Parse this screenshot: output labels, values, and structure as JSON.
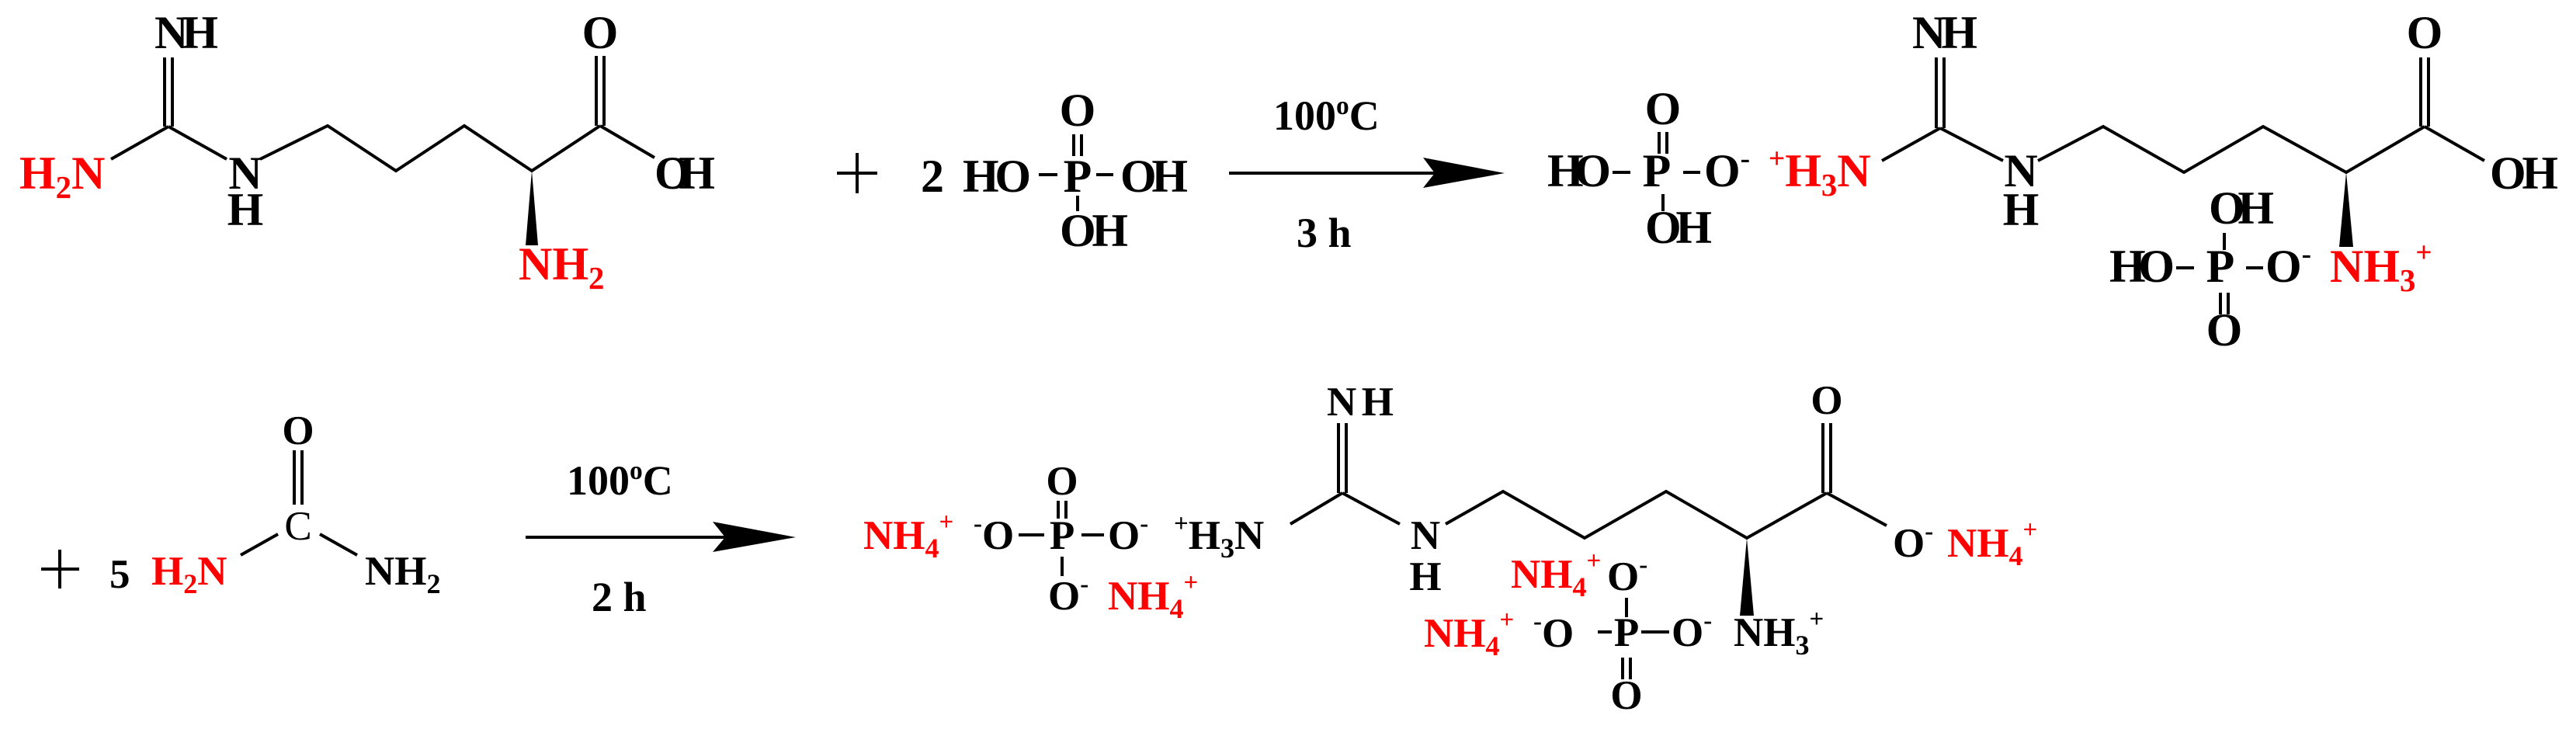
{
  "colors": {
    "highlight": "#ff0000",
    "ink": "#000000",
    "background": "#ffffff"
  },
  "reaction1": {
    "arginine": {
      "imine": "NH",
      "amino_terminal": {
        "main1": "H",
        "sub": "2",
        "main2": "N"
      },
      "sec_amine": {
        "n": "N",
        "h": "H"
      },
      "carbonyl_o": "O",
      "hydroxyl": "OH",
      "alpha_amine": {
        "main": "NH",
        "sub": "2"
      }
    },
    "plus": "+",
    "coefficient": "2",
    "phosphoric_acid": {
      "left": "HO",
      "p": "P",
      "right": "OH",
      "top": "O",
      "bottom": "OH"
    },
    "arrow": {
      "above_main": "100",
      "above_sup": "o",
      "above_unit": "C",
      "below": "3 h"
    },
    "product": {
      "phosphate_left": {
        "left": "HO",
        "p": "P",
        "right": "O",
        "right_sup": "-",
        "top": "O",
        "bottom": "OH"
      },
      "guanidinium": {
        "sup": "+",
        "main1": "H",
        "sub": "3",
        "main2": "N"
      },
      "imine": "NH",
      "sec_amine": {
        "n": "N",
        "h": "H"
      },
      "carbonyl_o": "O",
      "hydroxyl": "OH",
      "phosphate_right": {
        "left": "HO",
        "p": "P",
        "right": "O",
        "right_sup": "-",
        "top": "OH",
        "bottom": "O"
      },
      "alpha_ammonium": {
        "main": "NH",
        "sub": "3",
        "sup": "+"
      }
    }
  },
  "reaction2": {
    "plus": "+",
    "coefficient": "5",
    "urea": {
      "amine_left": {
        "main1": "H",
        "sub": "2",
        "main2": "N"
      },
      "carbon": "C",
      "carbonyl_o": "O",
      "amine_right": {
        "main": "NH",
        "sub": "2"
      }
    },
    "arrow": {
      "above_main": "100",
      "above_sup": "o",
      "above_unit": "C",
      "below": "2 h"
    },
    "product": {
      "phosphate_left": {
        "counter_ion_left": {
          "main": "NH",
          "sub": "4",
          "sup": "+"
        },
        "o_left_sup": "-",
        "o_left": "O",
        "p": "P",
        "o_right": "O",
        "o_right_sup": "-",
        "top": "O",
        "bottom": "O",
        "bottom_sup": "-",
        "counter_ion_bottom": {
          "main": "NH",
          "sub": "4",
          "sup": "+"
        }
      },
      "guanidinium": {
        "sup": "+",
        "main1": "H",
        "sub": "3",
        "main2": "N"
      },
      "imine": "NH",
      "sec_amine": {
        "n": "N",
        "h": "H"
      },
      "carbonyl_o": "O",
      "carboxylate": {
        "o": "O",
        "o_sup": "-",
        "counter_ion": {
          "main": "NH",
          "sub": "4",
          "sup": "+"
        }
      },
      "phosphate_right": {
        "counter_ion_top": {
          "main": "NH",
          "sub": "4",
          "sup": "+"
        },
        "top": "O",
        "top_sup": "-",
        "counter_ion_left": {
          "main": "NH",
          "sub": "4",
          "sup": "+"
        },
        "o_left_sup": "-",
        "o_left": "O",
        "p": "P",
        "o_right": "O",
        "o_right_sup": "-",
        "bottom": "O"
      },
      "alpha_ammonium": {
        "main": "NH",
        "sub": "3",
        "sup": "+"
      }
    }
  }
}
